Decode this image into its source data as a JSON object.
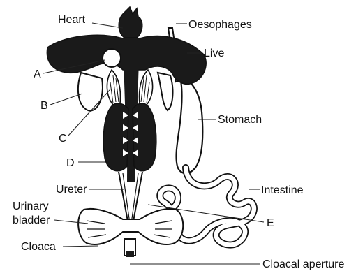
{
  "labels": {
    "heart": "Heart",
    "oesophages": "Oesophages",
    "live": "Live",
    "a": "A",
    "b": "B",
    "stomach": "Stomach",
    "c": "C",
    "d": "D",
    "ureter": "Ureter",
    "intestine": "Intestine",
    "urinary_line1": "Urinary",
    "urinary_line2": "bladder",
    "e": "E",
    "cloaca": "Cloaca",
    "cloacal_aperture": "Cloacal aperture"
  },
  "colors": {
    "ink": "#111111",
    "fill_dark": "#1a1a1a",
    "fill_light": "#ffffff",
    "background": "#ffffff"
  }
}
